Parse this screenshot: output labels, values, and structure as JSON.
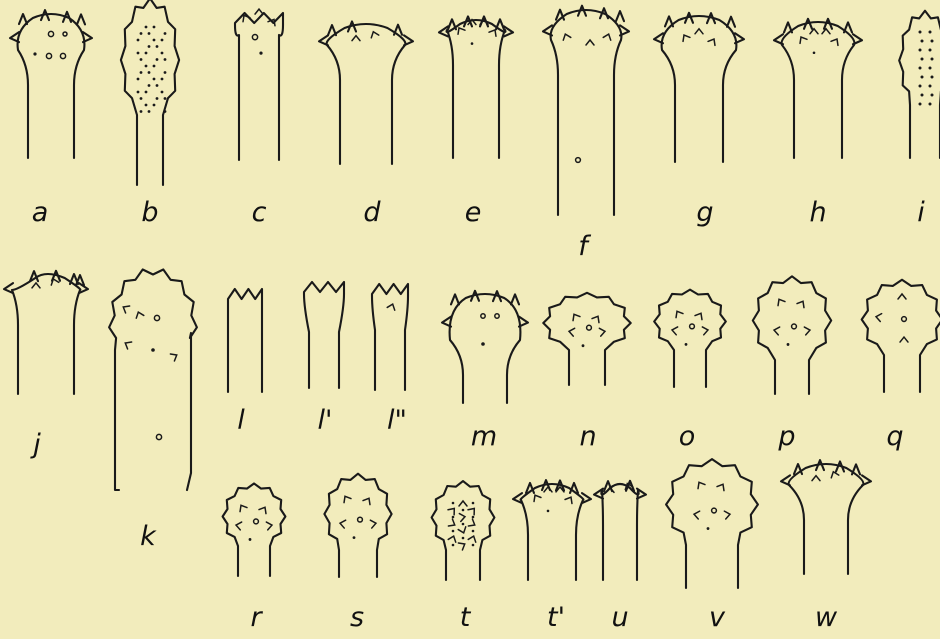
{
  "figure": {
    "background": "#f2ecbc",
    "ink": "#1a1a1a",
    "specimens": [
      {
        "id": "a",
        "label": "a"
      },
      {
        "id": "b",
        "label": "b"
      },
      {
        "id": "c",
        "label": "c"
      },
      {
        "id": "d",
        "label": "d"
      },
      {
        "id": "e",
        "label": "e"
      },
      {
        "id": "f",
        "label": "f"
      },
      {
        "id": "g",
        "label": "g"
      },
      {
        "id": "h",
        "label": "h"
      },
      {
        "id": "i",
        "label": "i"
      },
      {
        "id": "j",
        "label": "j"
      },
      {
        "id": "k",
        "label": "k"
      },
      {
        "id": "l",
        "label": "l"
      },
      {
        "id": "l1",
        "label": "l'"
      },
      {
        "id": "l2",
        "label": "l\""
      },
      {
        "id": "m",
        "label": "m"
      },
      {
        "id": "n",
        "label": "n"
      },
      {
        "id": "o",
        "label": "o"
      },
      {
        "id": "p",
        "label": "p"
      },
      {
        "id": "q",
        "label": "q"
      },
      {
        "id": "r",
        "label": "r"
      },
      {
        "id": "s",
        "label": "s"
      },
      {
        "id": "t",
        "label": "t"
      },
      {
        "id": "t1",
        "label": "t'"
      },
      {
        "id": "u",
        "label": "u"
      },
      {
        "id": "v",
        "label": "v"
      },
      {
        "id": "w",
        "label": "w"
      }
    ]
  }
}
